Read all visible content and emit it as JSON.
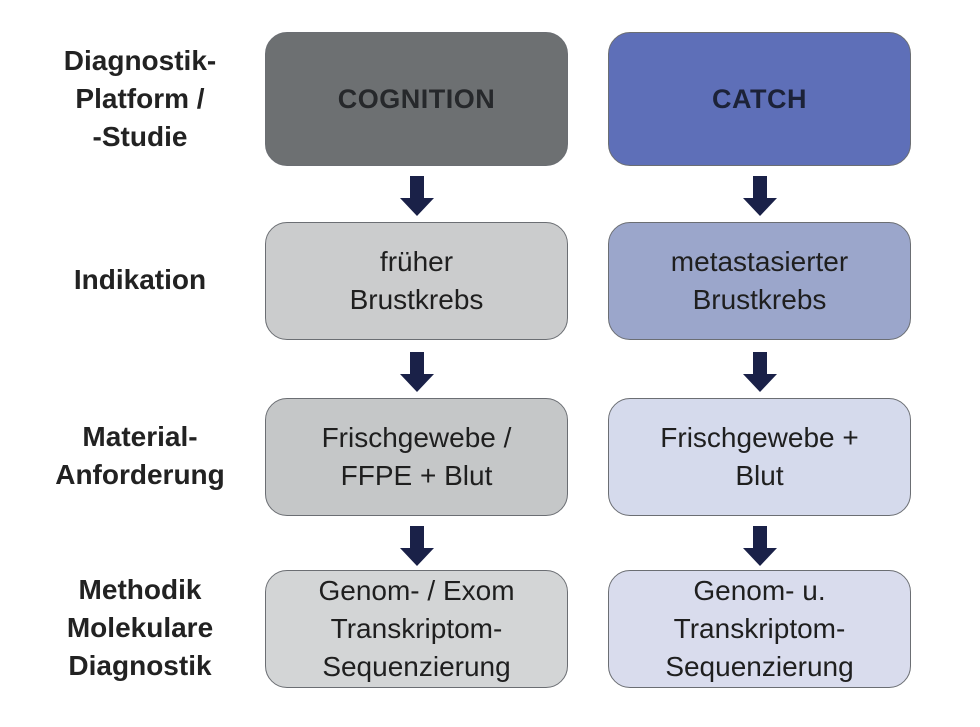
{
  "rows": [
    {
      "label_lines": [
        "Diagnostik-",
        "Platform /",
        "-Studie"
      ]
    },
    {
      "label_lines": [
        "Indikation"
      ]
    },
    {
      "label_lines": [
        "Material-",
        "Anforderung"
      ]
    },
    {
      "label_lines": [
        "Methodik",
        "Molekulare",
        "Diagnostik"
      ]
    }
  ],
  "columns": [
    {
      "platform": "COGNITION",
      "indication_lines": [
        "früher",
        "Brustkrebs"
      ],
      "material_lines": [
        "Frischgewebe /",
        "FFPE + Blut"
      ],
      "method_lines": [
        "Genom- / Exom",
        "Transkriptom-",
        "Sequenzierung"
      ],
      "colors": {
        "platform": "#6d7072",
        "indication": "#cbcccd",
        "material": "#c5c7c8",
        "method": "#d3d5d6"
      }
    },
    {
      "platform": "CATCH",
      "indication_lines": [
        "metastasierter",
        "Brustkrebs"
      ],
      "material_lines": [
        "Frischgewebe +",
        "Blut"
      ],
      "method_lines": [
        "Genom- u.",
        "Transkriptom-",
        "Sequenzierung"
      ],
      "colors": {
        "platform": "#5e6fb8",
        "indication": "#9ba6cb",
        "material": "#d5daec",
        "method": "#d9dced"
      }
    }
  ],
  "arrow_color": "#1a2148"
}
